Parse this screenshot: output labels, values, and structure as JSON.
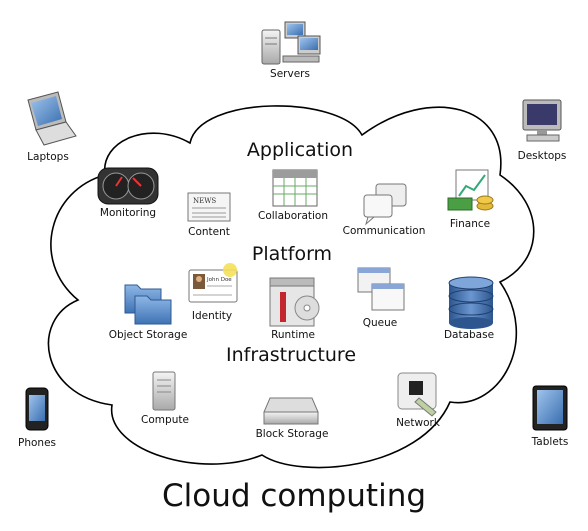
{
  "title": "Cloud computing",
  "sections": {
    "application": "Application",
    "platform": "Platform",
    "infrastructure": "Infrastructure"
  },
  "devices": {
    "servers": "Servers",
    "laptops": "Laptops",
    "desktops": "Desktops",
    "phones": "Phones",
    "tablets": "Tablets"
  },
  "application_items": {
    "monitoring": "Monitoring",
    "content": "Content",
    "collaboration": "Collaboration",
    "communication": "Communication",
    "finance": "Finance"
  },
  "platform_items": {
    "object_storage": "Object Storage",
    "identity": "Identity",
    "runtime": "Runtime",
    "queue": "Queue",
    "database": "Database"
  },
  "infrastructure_items": {
    "compute": "Compute",
    "block_storage": "Block Storage",
    "network": "Network"
  },
  "icon_text": {
    "news": "NEWS",
    "badge_name": "John Doe"
  },
  "colors": {
    "cloud_stroke": "#000000",
    "database_blue": "#3d6aa6",
    "folder_blue": "#4f86c6",
    "finance_green": "#3f9b3a",
    "runtime_red": "#c4262e"
  }
}
